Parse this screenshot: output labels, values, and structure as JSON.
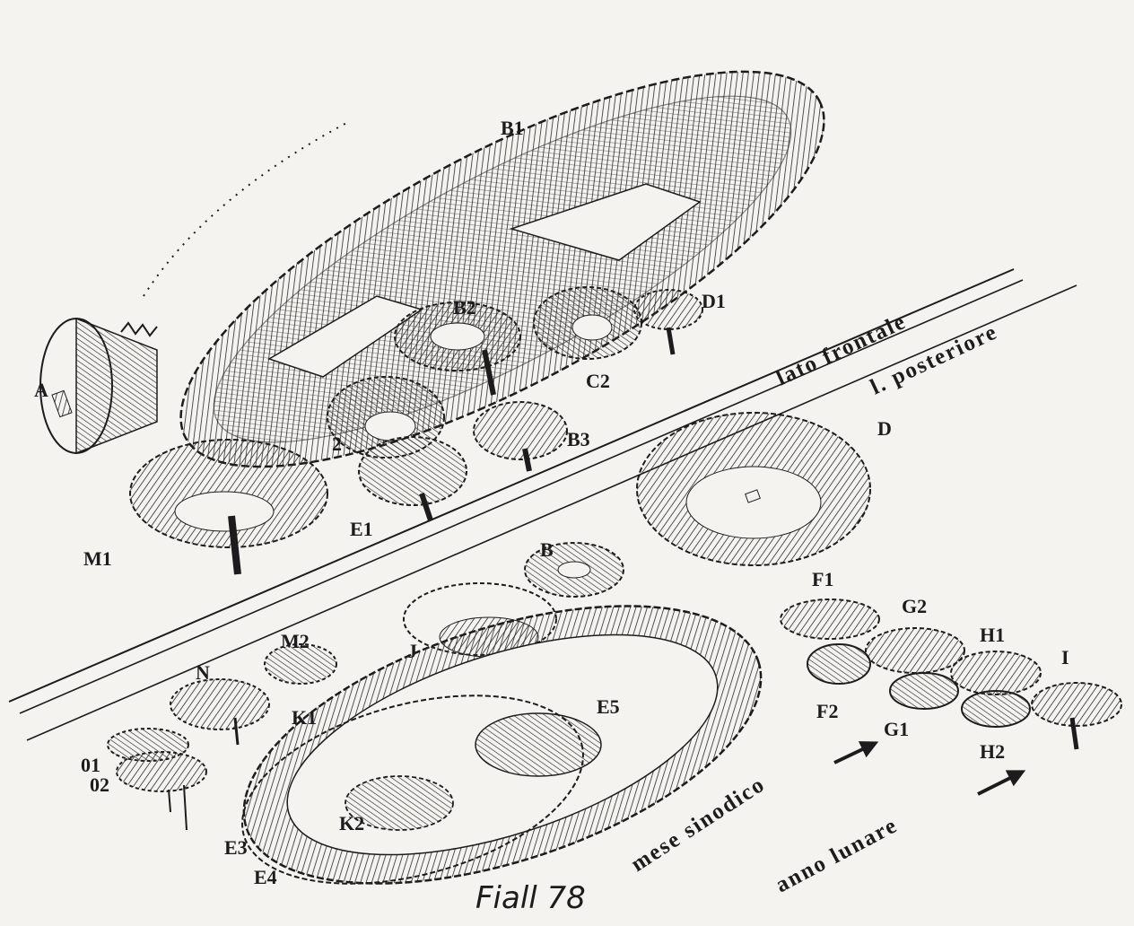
{
  "labels": {
    "B1": "B1",
    "A": "A",
    "B2": "B2",
    "D1": "D1",
    "C2": "C2",
    "B3": "B3",
    "E2": "2",
    "E1": "E1",
    "M1": "M1",
    "D": "D",
    "B": "B",
    "F1": "F1",
    "G2": "G2",
    "H1": "H1",
    "I": "I",
    "F2": "F2",
    "G1": "G1",
    "H2": "H2",
    "M2": "M2",
    "N": "N",
    "J": "J",
    "K1": "K1",
    "E5": "E5",
    "O1": "01",
    "O2": "02",
    "E3": "E3",
    "E4": "E4",
    "K2": "K2"
  },
  "captions": {
    "front": "lato frontale",
    "back": "l. posteriore",
    "synodic": "mese sinodico",
    "lunar": "anno lunare"
  },
  "signature": "Fiall 78",
  "colors": {
    "ink": "#1c1c1c",
    "paper": "#f4f3ef"
  },
  "icons": [
    "arrow-right-icon"
  ]
}
